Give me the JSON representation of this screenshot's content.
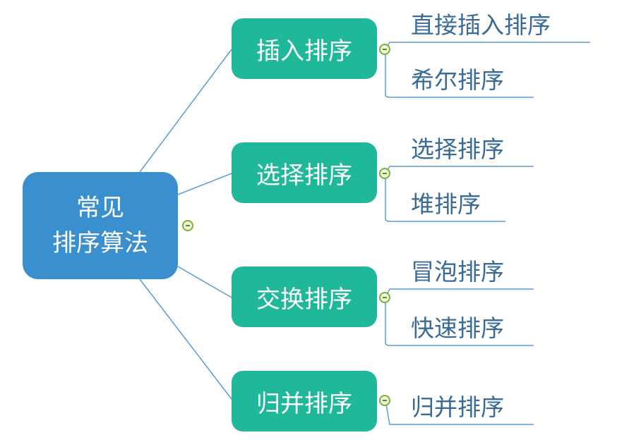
{
  "root": {
    "line1": "常见",
    "line2": "排序算法"
  },
  "categories": [
    {
      "label": "插入排序",
      "leaves": [
        "直接插入排序",
        "希尔排序"
      ]
    },
    {
      "label": "选择排序",
      "leaves": [
        "选择排序",
        "堆排序"
      ]
    },
    {
      "label": "交换排序",
      "leaves": [
        "冒泡排序",
        "快速排序"
      ]
    },
    {
      "label": "归并排序",
      "leaves": [
        "归并排序"
      ]
    }
  ],
  "colors": {
    "root_fill": "#3a8fcf",
    "category_fill": "#1fb89a",
    "connector": "#5b9bd5",
    "leaf_text": "#3a6b96",
    "toggle": "#7bb03a"
  }
}
